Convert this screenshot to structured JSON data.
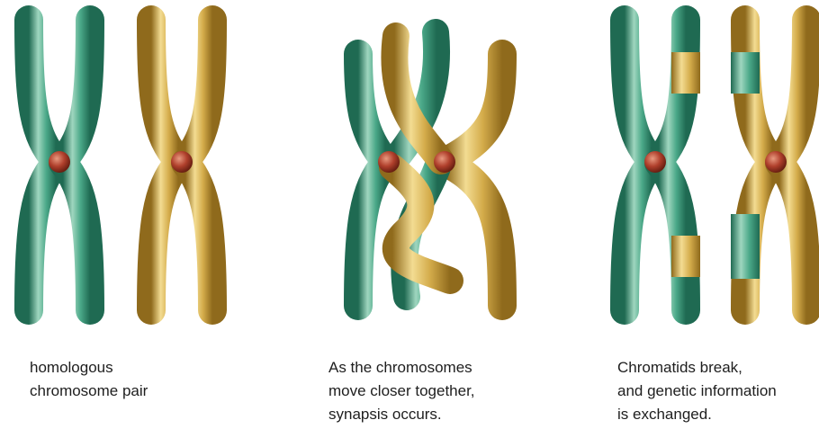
{
  "colors": {
    "green": "#3f9d80",
    "green_light": "#9fd6bf",
    "green_dark": "#1f6a52",
    "yellow": "#cfa744",
    "yellow_light": "#f3dc92",
    "yellow_dark": "#8f6a1c",
    "centromere": "#b0402c"
  },
  "panels": [
    {
      "name": "homologous-pair",
      "lines": [
        "homologous",
        "chromosome pair"
      ]
    },
    {
      "name": "synapsis",
      "lines": [
        "As the chromosomes",
        "move closer together,",
        "synapsis occurs."
      ]
    },
    {
      "name": "crossing-over",
      "lines": [
        "Chromatids break,",
        "and genetic information",
        "is exchanged."
      ]
    }
  ]
}
